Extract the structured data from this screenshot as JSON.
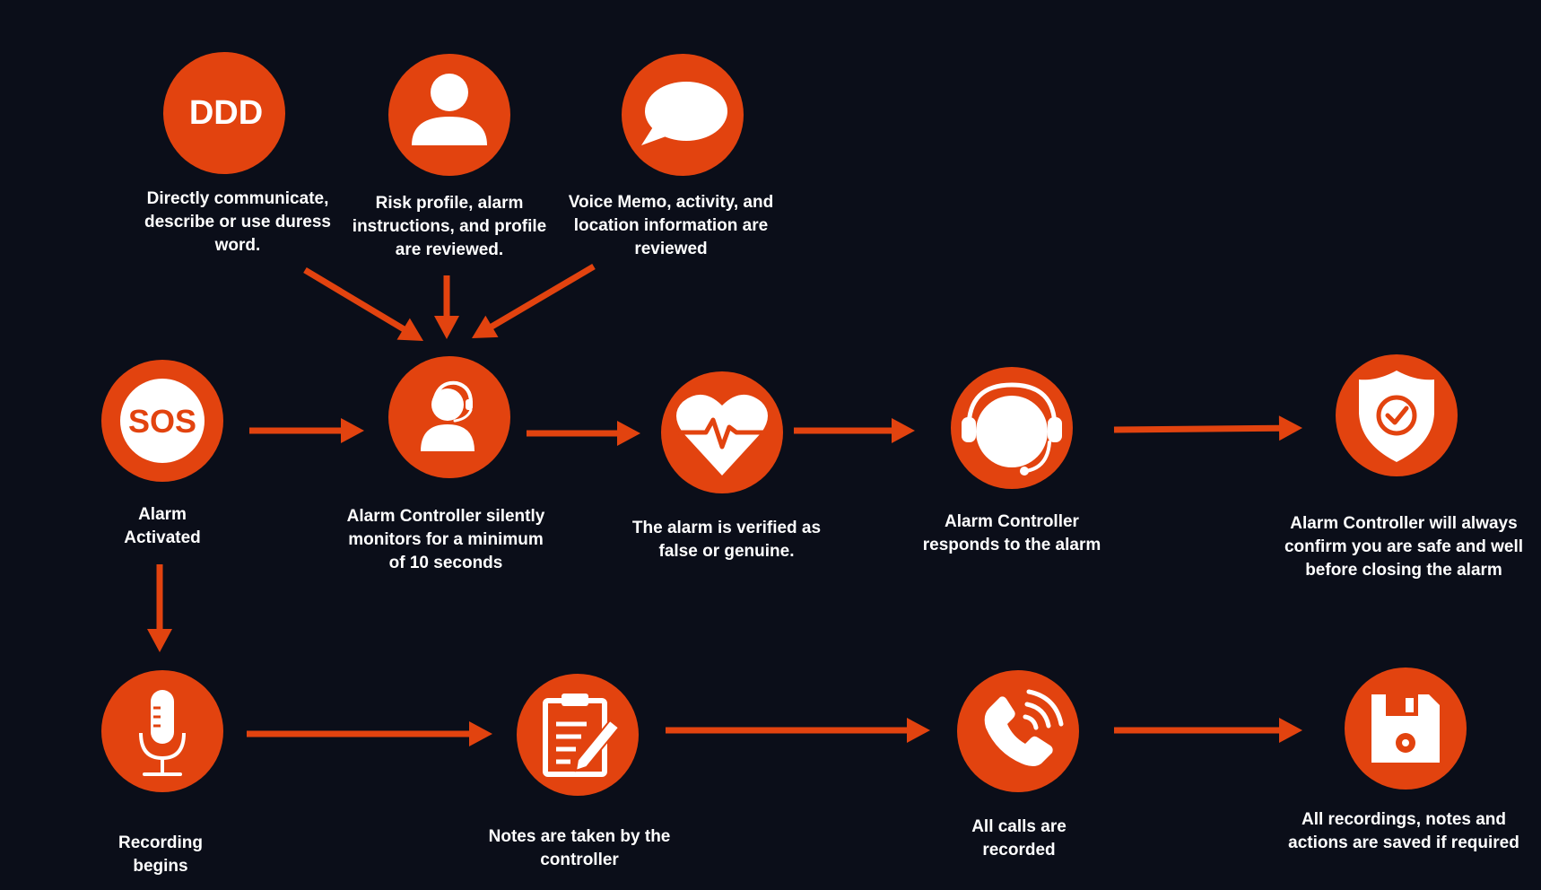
{
  "colors": {
    "accent": "#e2430f",
    "background": "#0b0e19",
    "text": "#ffffff"
  },
  "nodes": [
    {
      "id": "ddd",
      "icon": "ddd-text-icon",
      "icon_text": "DDD",
      "label": "Directly communicate,\ndescribe or use duress\nword."
    },
    {
      "id": "risk",
      "icon": "user-profile-icon",
      "label": "Risk profile, alarm\ninstructions, and profile\nare reviewed."
    },
    {
      "id": "voice",
      "icon": "speech-bubble-icon",
      "label": "Voice Memo, activity, and\nlocation information are\nreviewed"
    },
    {
      "id": "sos",
      "icon": "sos-icon",
      "icon_text": "SOS",
      "label": "Alarm\nActivated"
    },
    {
      "id": "controller",
      "icon": "operator-headset-icon",
      "label": "Alarm Controller silently\nmonitors for a minimum\nof 10 seconds"
    },
    {
      "id": "verify",
      "icon": "heart-pulse-icon",
      "label": "The alarm is verified as\nfalse or genuine."
    },
    {
      "id": "responds",
      "icon": "headset-icon",
      "label": "Alarm Controller\nresponds to the alarm"
    },
    {
      "id": "confirm",
      "icon": "shield-check-icon",
      "label": "Alarm Controller will always\nconfirm you are safe and well\nbefore closing the alarm"
    },
    {
      "id": "recording",
      "icon": "microphone-icon",
      "label": "Recording\nbegins"
    },
    {
      "id": "notes",
      "icon": "clipboard-pencil-icon",
      "label": "Notes are taken by the\ncontroller"
    },
    {
      "id": "calls",
      "icon": "phone-signal-icon",
      "label": "All calls are\nrecorded"
    },
    {
      "id": "saved",
      "icon": "floppy-disk-icon",
      "label": "All recordings, notes and\nactions are saved if required"
    }
  ],
  "edges": [
    {
      "from": "ddd",
      "to": "controller"
    },
    {
      "from": "risk",
      "to": "controller"
    },
    {
      "from": "voice",
      "to": "controller"
    },
    {
      "from": "sos",
      "to": "controller"
    },
    {
      "from": "controller",
      "to": "verify"
    },
    {
      "from": "verify",
      "to": "responds"
    },
    {
      "from": "responds",
      "to": "confirm"
    },
    {
      "from": "sos",
      "to": "recording"
    },
    {
      "from": "recording",
      "to": "notes"
    },
    {
      "from": "notes",
      "to": "calls"
    },
    {
      "from": "calls",
      "to": "saved"
    }
  ]
}
